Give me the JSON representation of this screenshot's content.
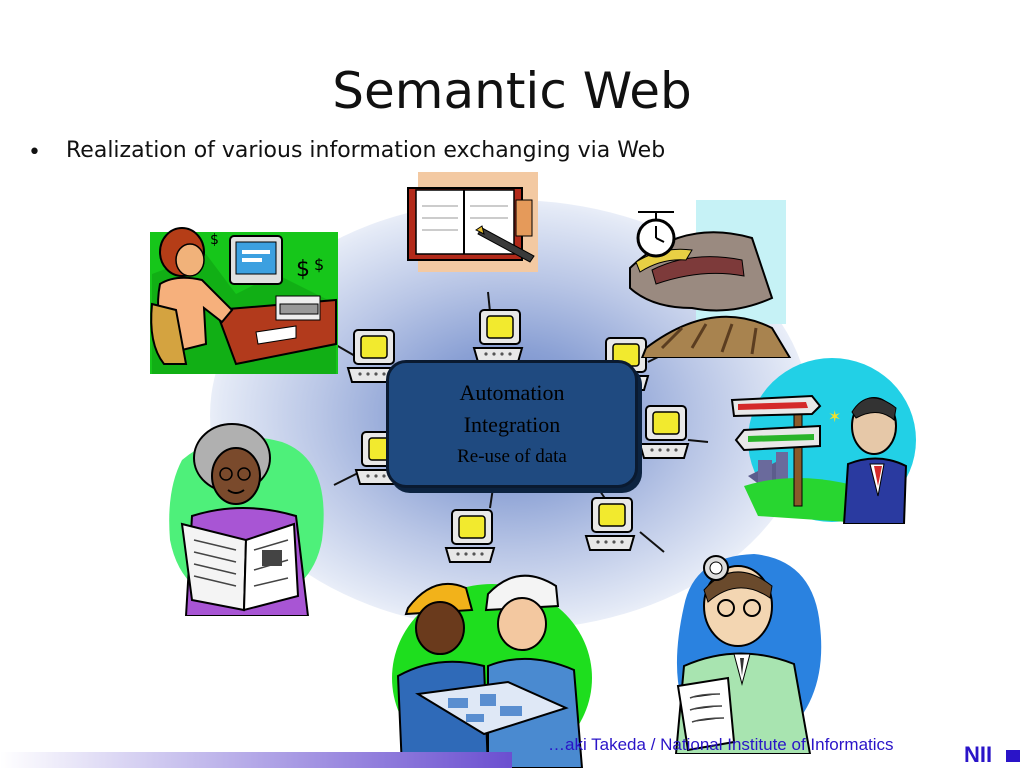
{
  "slide": {
    "title": "Semantic Web",
    "bullet": "Realization of various information exchanging via Web",
    "hub": {
      "line1": "Automation",
      "line2": "Integration",
      "line3": "Re-use of data"
    },
    "footer": "…aki Takeda / National Institute of Informatics",
    "logo": "NII"
  },
  "colors": {
    "hub_fill": "#1f4a80",
    "footer_text": "#2a14c8",
    "glow": "#6a84c8"
  },
  "icons": [
    "office-worker-clipart",
    "planner-pen-clipart",
    "train-clock-clipart",
    "signpost-man-clipart",
    "reading-woman-clipart",
    "construction-workers-clipart",
    "doctor-clipart",
    "computer-terminal-icon"
  ]
}
